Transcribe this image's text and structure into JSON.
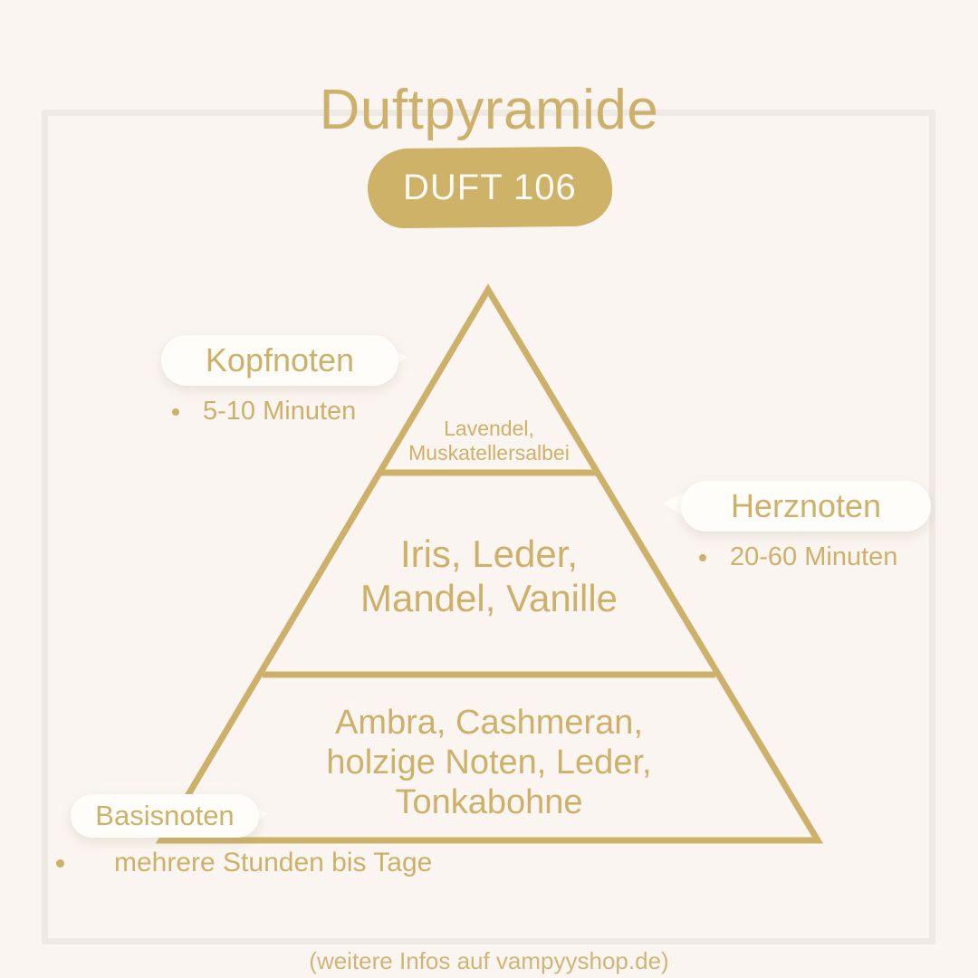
{
  "colors": {
    "background": "#faf5f0",
    "gold": "#cdb16a",
    "badge_fill": "#ceb268",
    "badge_text": "#fdfaf6",
    "bubble_fill": "#fffdfa",
    "frame_line": "#efe9e3"
  },
  "header": {
    "title": "Duftpyramide",
    "badge_label": "DUFT 106"
  },
  "pyramid": {
    "levels": [
      {
        "id": "top",
        "bubble_label": "Kopfnoten",
        "duration": "5-10 Minuten",
        "notes": "Lavendel,\nMuskatellersalbei"
      },
      {
        "id": "heart",
        "bubble_label": "Herznoten",
        "duration": "20-60 Minuten",
        "notes": "Iris, Leder,\nMandel, Vanille"
      },
      {
        "id": "base",
        "bubble_label": "Basisnoten",
        "duration": "mehrere Stunden bis Tage",
        "notes": "Ambra, Cashmeran,\nholzige Noten, Leder,\nTonkabohne"
      }
    ]
  },
  "footer": {
    "text": "(weitere Infos auf vampyyshop.de)"
  }
}
